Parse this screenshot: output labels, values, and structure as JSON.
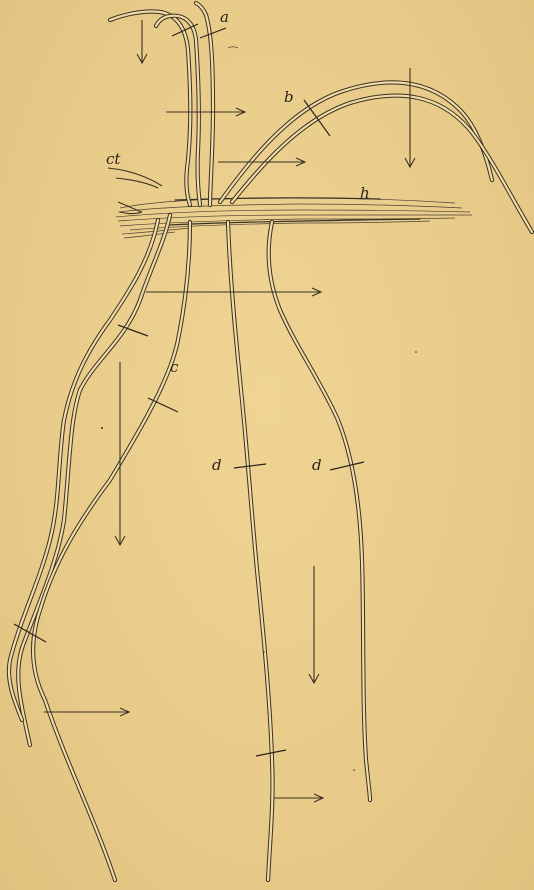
{
  "figure": {
    "background": "#e9cd8c",
    "ink": "#3a3124",
    "labels": {
      "a": "a",
      "b": "b",
      "ct": "ct",
      "h": "h",
      "c": "c",
      "d1": "d",
      "d2": "d"
    }
  }
}
